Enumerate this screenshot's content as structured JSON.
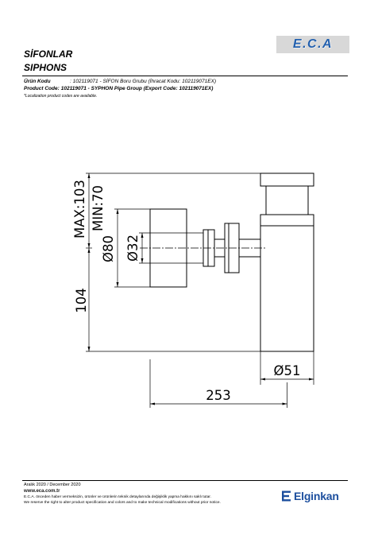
{
  "header": {
    "title_tr": "SİFONLAR",
    "title_en": "SIPHONS",
    "brand_logo": "E.C.A"
  },
  "product": {
    "code_tr_label": "Ürün Kodu",
    "code_tr_value": ": 102119071 - SİFON Boru Grubu (İhracat Kodu: 102119071EX)",
    "code_en_label": "Product Code:",
    "code_en_value": "102119071 - SYPHON Pipe Group (Export Code: 102119071EX)",
    "localization_note": "*Localization product codes are available."
  },
  "drawing": {
    "dimensions": {
      "height_max": "MAX:103",
      "height_min": "MIN:70",
      "height_lower": "104",
      "rosette_diameter": "Ø80",
      "pipe_diameter": "Ø32",
      "trap_diameter": "Ø51",
      "wall_distance": "253"
    }
  },
  "footer": {
    "date": "Aralık 2020 / December 2020",
    "website": "www.eca.com.tr",
    "disclaimer_tr": "E.C.A. önceden haber vermeksizin, ürünler ve ürünlerin teknik detaylarında değişiklik yapma hakkını saklı tutar.",
    "disclaimer_en": "We reserve the right to alter product specification and colors and to make technical modifications without prior notice.",
    "company_logo": "Elginkan"
  },
  "icons": {
    "company_logo_mark": "elginkan-e-mark-icon"
  },
  "colors": {
    "brand_blue": "#2360ae",
    "company_blue": "#1d4f9e",
    "logo_gray": "#d8d8d8",
    "line": "#000000"
  }
}
